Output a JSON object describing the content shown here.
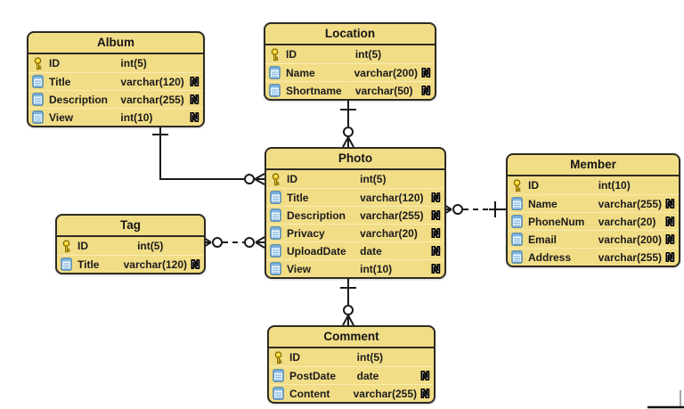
{
  "diagram_type": "entity-relationship",
  "badges": {
    "nullable": "N"
  },
  "colors": {
    "table_fill": "#F2DD87",
    "table_border": "#2E2B22",
    "row_divider": "#F8EDB0",
    "connector": "#1A1A1A",
    "key_icon": "#F2CE1C",
    "column_icon_blue": "#3D7FB5",
    "nullable_badge_fill": "#FFFFFF"
  },
  "tables": {
    "album": {
      "title": "Album",
      "rows": [
        {
          "name": "ID",
          "type": "int(5)",
          "primary_key": true,
          "nullable": false
        },
        {
          "name": "Title",
          "type": "varchar(120)",
          "nullable": true
        },
        {
          "name": "Description",
          "type": "varchar(255)",
          "nullable": true
        },
        {
          "name": "View",
          "type": "int(10)",
          "nullable": true
        }
      ]
    },
    "location": {
      "title": "Location",
      "rows": [
        {
          "name": "ID",
          "type": "int(5)",
          "primary_key": true,
          "nullable": false
        },
        {
          "name": "Name",
          "type": "varchar(200)",
          "nullable": true
        },
        {
          "name": "Shortname",
          "type": "varchar(50)",
          "nullable": true
        }
      ]
    },
    "photo": {
      "title": "Photo",
      "rows": [
        {
          "name": "ID",
          "type": "int(5)",
          "primary_key": true,
          "nullable": false
        },
        {
          "name": "Title",
          "type": "varchar(120)",
          "nullable": true
        },
        {
          "name": "Description",
          "type": "varchar(255)",
          "nullable": true
        },
        {
          "name": "Privacy",
          "type": "varchar(20)",
          "nullable": true
        },
        {
          "name": "UploadDate",
          "type": "date",
          "nullable": true
        },
        {
          "name": "View",
          "type": "int(10)",
          "nullable": true
        }
      ]
    },
    "tag": {
      "title": "Tag",
      "rows": [
        {
          "name": "ID",
          "type": "int(5)",
          "primary_key": true,
          "nullable": false
        },
        {
          "name": "Title",
          "type": "varchar(120)",
          "nullable": true
        }
      ]
    },
    "member": {
      "title": "Member",
      "rows": [
        {
          "name": "ID",
          "type": "int(10)",
          "primary_key": true,
          "nullable": false
        },
        {
          "name": "Name",
          "type": "varchar(255)",
          "nullable": true
        },
        {
          "name": "PhoneNum",
          "type": "varchar(20)",
          "nullable": true
        },
        {
          "name": "Email",
          "type": "varchar(200)",
          "nullable": true
        },
        {
          "name": "Address",
          "type": "varchar(255)",
          "nullable": true
        }
      ]
    },
    "comment": {
      "title": "Comment",
      "rows": [
        {
          "name": "ID",
          "type": "int(5)",
          "primary_key": true,
          "nullable": false
        },
        {
          "name": "PostDate",
          "type": "date",
          "nullable": true
        },
        {
          "name": "Content",
          "type": "varchar(255)",
          "nullable": true
        }
      ]
    }
  },
  "relationships": [
    {
      "from": "Album",
      "to": "Photo",
      "from_cardinality": "one",
      "to_cardinality": "zero-or-many",
      "line": "solid"
    },
    {
      "from": "Location",
      "to": "Photo",
      "from_cardinality": "one",
      "to_cardinality": "zero-or-many",
      "line": "solid"
    },
    {
      "from": "Tag",
      "to": "Photo",
      "from_cardinality": "zero-or-many",
      "to_cardinality": "zero-or-many",
      "line": "dashed"
    },
    {
      "from": "Member",
      "to": "Photo",
      "from_cardinality": "one",
      "to_cardinality": "zero-or-many",
      "line": "dashed"
    },
    {
      "from": "Photo",
      "to": "Comment",
      "from_cardinality": "one",
      "to_cardinality": "zero-or-many",
      "line": "solid"
    }
  ]
}
